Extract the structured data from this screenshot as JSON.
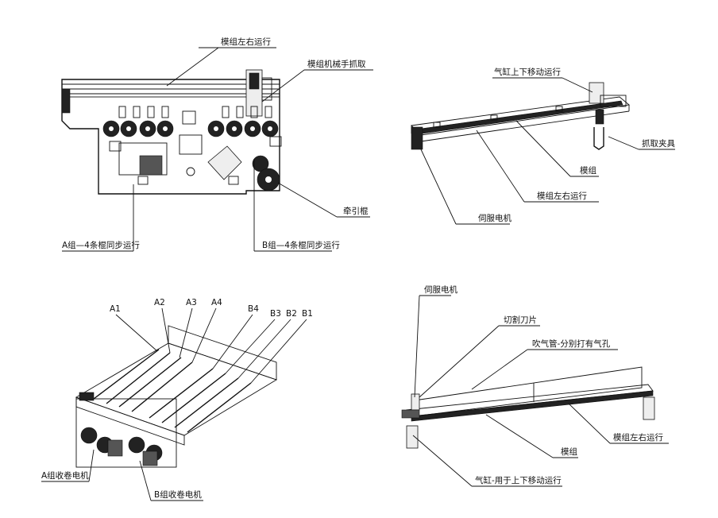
{
  "views": {
    "front": {
      "labels": {
        "module_lr": "模组左右运行",
        "gripper": "模组机械手抓取",
        "traction": "牵引棍",
        "a_group": "A组—4条棍同步运行",
        "b_group": "B组—4条棍同步运行"
      }
    },
    "top_right": {
      "labels": {
        "cylinder_ud": "气缸上下移动运行",
        "clamp": "抓取夹具",
        "module": "模组",
        "module_lr": "模组左右运行",
        "servo": "伺服电机"
      }
    },
    "bottom_left": {
      "labels": {
        "a1": "A1",
        "a2": "A2",
        "a3": "A3",
        "a4": "A4",
        "b4": "B4",
        "b3": "B3",
        "b2": "B2",
        "b1": "B1",
        "a_motor": "A组收卷电机",
        "b_motor": "B组收卷电机"
      }
    },
    "bottom_right": {
      "labels": {
        "servo": "伺服电机",
        "blade": "切割刀片",
        "blow_pipe": "吹气管-分别打有气孔",
        "module": "模组",
        "module_lr": "模组左右运行",
        "cylinder": "气缸-用于上下移动运行"
      }
    }
  }
}
